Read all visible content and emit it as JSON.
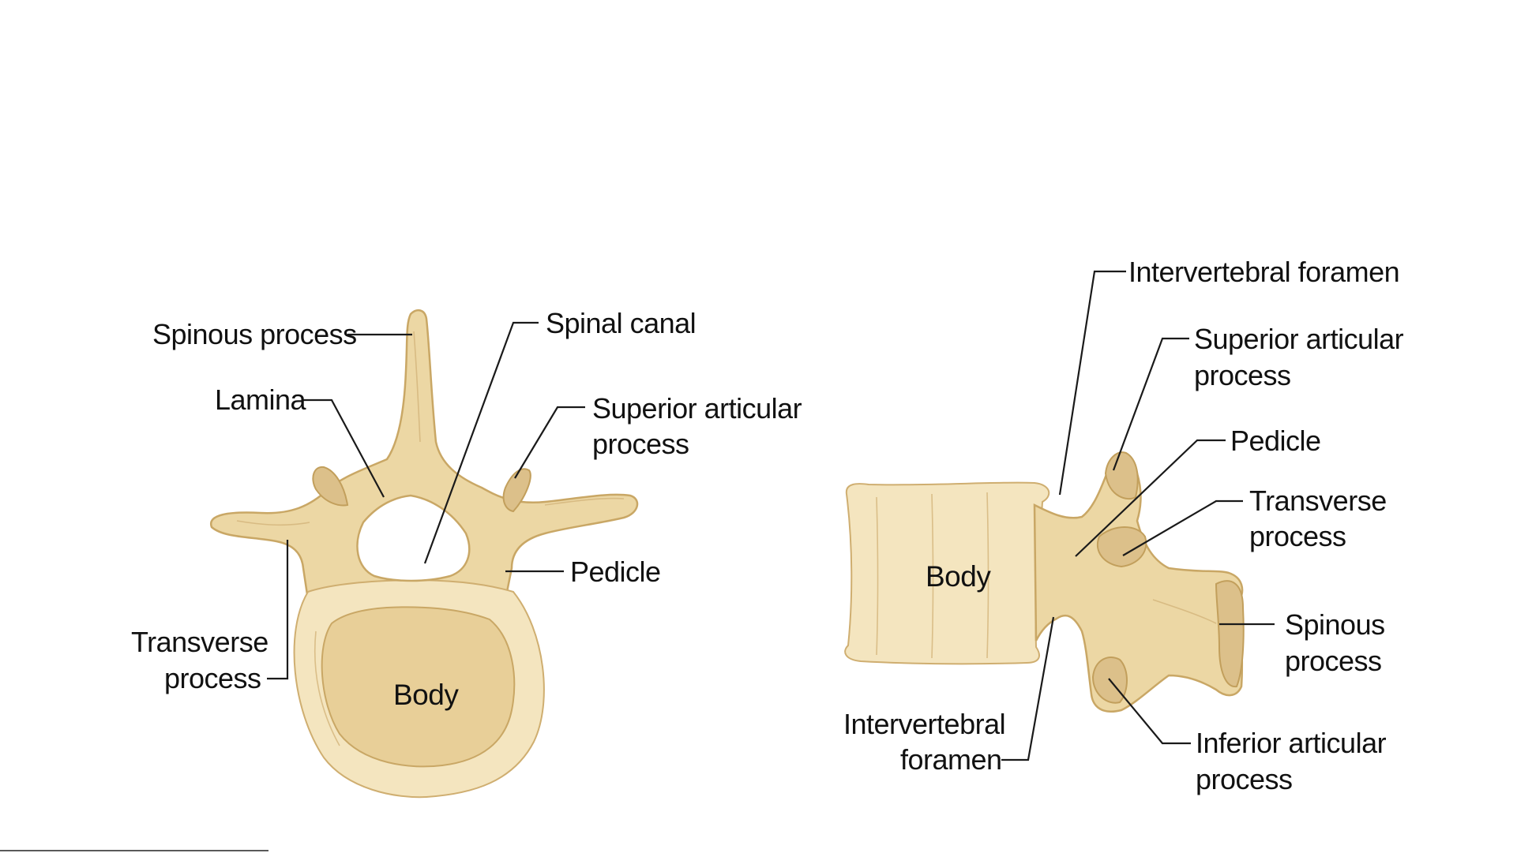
{
  "colors": {
    "bone": "#ecd7a4",
    "bone_outline": "#c9a765",
    "label_text": "#111111",
    "background": "#ffffff"
  },
  "superior_view": {
    "labels": {
      "spinous_process": "Spinous process",
      "lamina": "Lamina",
      "spinal_canal": "Spinal canal",
      "superior_articular_process_1": "Superior articular",
      "superior_articular_process_2": "process",
      "pedicle": "Pedicle",
      "transverse_process_1": "Transverse",
      "transverse_process_2": "process",
      "body": "Body"
    }
  },
  "lateral_view": {
    "labels": {
      "intervertebral_foramen_top": "Intervertebral foramen",
      "superior_articular_process_1": "Superior articular",
      "superior_articular_process_2": "process",
      "pedicle": "Pedicle",
      "transverse_process_1": "Transverse",
      "transverse_process_2": "process",
      "spinous_process_1": "Spinous",
      "spinous_process_2": "process",
      "inferior_articular_process_1": "Inferior articular",
      "inferior_articular_process_2": "process",
      "intervertebral_foramen_bottom_1": "Intervertebral",
      "intervertebral_foramen_bottom_2": "foramen",
      "body": "Body"
    }
  }
}
